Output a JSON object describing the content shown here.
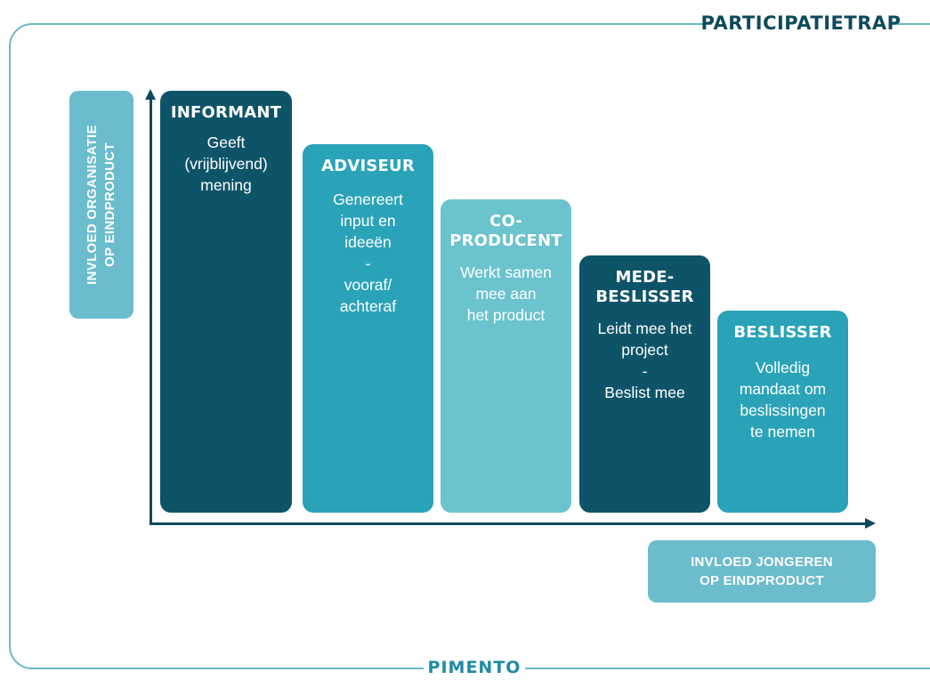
{
  "title": "PARTICIPATIETRAP",
  "brand": "PIMENTO",
  "y_axis_label": "INVLOED ORGANISATIE\nOP EINDPRODUCT",
  "x_axis_label": "INVLOED JONGEREN\nOP EINDPRODUCT",
  "colors": {
    "dark_teal": "#0e5468",
    "mid_teal": "#2aa3b8",
    "light_teal": "#6bc3cd",
    "label_bg": "#6bbccc",
    "axis": "#0e4a5e"
  },
  "steps": [
    {
      "title": "INFORMANT",
      "description": "Geeft\n(vrijblijvend)\nmening"
    },
    {
      "title": "ADVISEUR",
      "description": "Genereert\ninput en\nideeën\n-\nvooraf/\nachteraf"
    },
    {
      "title": "CO-\nPRODUCENT",
      "description": "Werkt samen\nmee aan\nhet product"
    },
    {
      "title": "MEDE-\nBESLISSER",
      "description": "Leidt mee het\nproject\n-\nBeslist mee"
    },
    {
      "title": "BESLISSER",
      "description": "Volledig\nmandaat om\nbeslissingen\nte nemen"
    }
  ]
}
